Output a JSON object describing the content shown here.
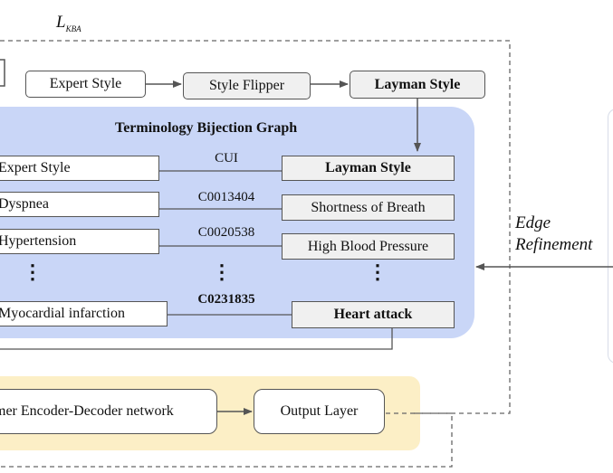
{
  "loss_label": {
    "main": "L",
    "sub": "KBA"
  },
  "pipeline": {
    "expert_style": "Expert Style",
    "style_flipper": "Style Flipper",
    "layman_style": "Layman Style"
  },
  "graph": {
    "title": "Terminology Bijection Graph",
    "header": {
      "left": "Expert Style",
      "cui": "CUI",
      "right": "Layman Style"
    },
    "rows": [
      {
        "expert": "Dyspnea",
        "cui": "C0013404",
        "layman": "Shortness of Breath"
      },
      {
        "expert": "Hypertension",
        "cui": "C0020538",
        "layman": "High Blood Pressure"
      }
    ],
    "ellipsis": "⋮",
    "highlight": {
      "expert": "Myocardial infarction",
      "cui": "C0231835",
      "layman": "Heart attack"
    }
  },
  "encoder": {
    "network": "mer Encoder-Decoder network",
    "output": "Output  Layer"
  },
  "side_label": {
    "line1": "Edge",
    "line2": "Refinement"
  }
}
